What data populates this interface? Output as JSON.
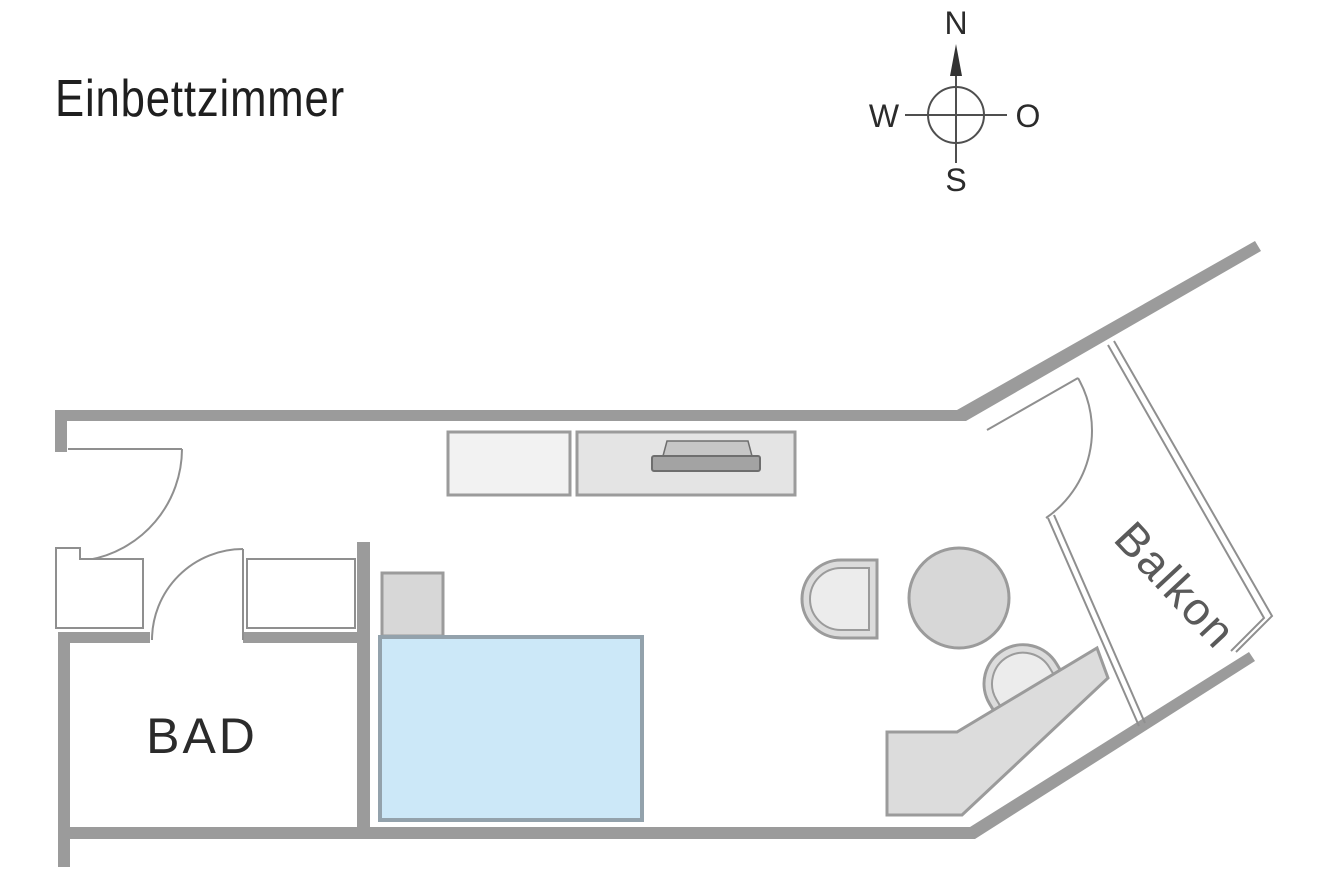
{
  "title": "Einbettzimmer",
  "compass": {
    "north": "N",
    "west": "W",
    "east": "O",
    "south": "S"
  },
  "rooms": {
    "bathroom": "BAD",
    "balcony": "Balkon"
  },
  "colors": {
    "wall": "#9b9b9b",
    "thin_line": "#8f8f8f",
    "furniture_border": "#9b9b9b",
    "shelf_fill": "#f2f2f2",
    "sideboard_fill": "#e4e4e4",
    "nightstand_fill": "#d7d7d7",
    "table_fill": "#d7d7d7",
    "desk_fill": "#dcdcdc",
    "chair_outer_fill": "#dcdcdc",
    "chair_inner_fill": "#ececec",
    "tv_body": "#a3a3a3",
    "tv_screen": "#c6c6c6",
    "tv_border": "#6e6e6e",
    "bed_fill": "#cce8f8",
    "bed_border": "#93a2ac",
    "title_text": "#1f1f1f",
    "label_text": "#2b2b2b",
    "balcony_text": "#5a5a5a",
    "compass_line": "#4f4f4f"
  }
}
